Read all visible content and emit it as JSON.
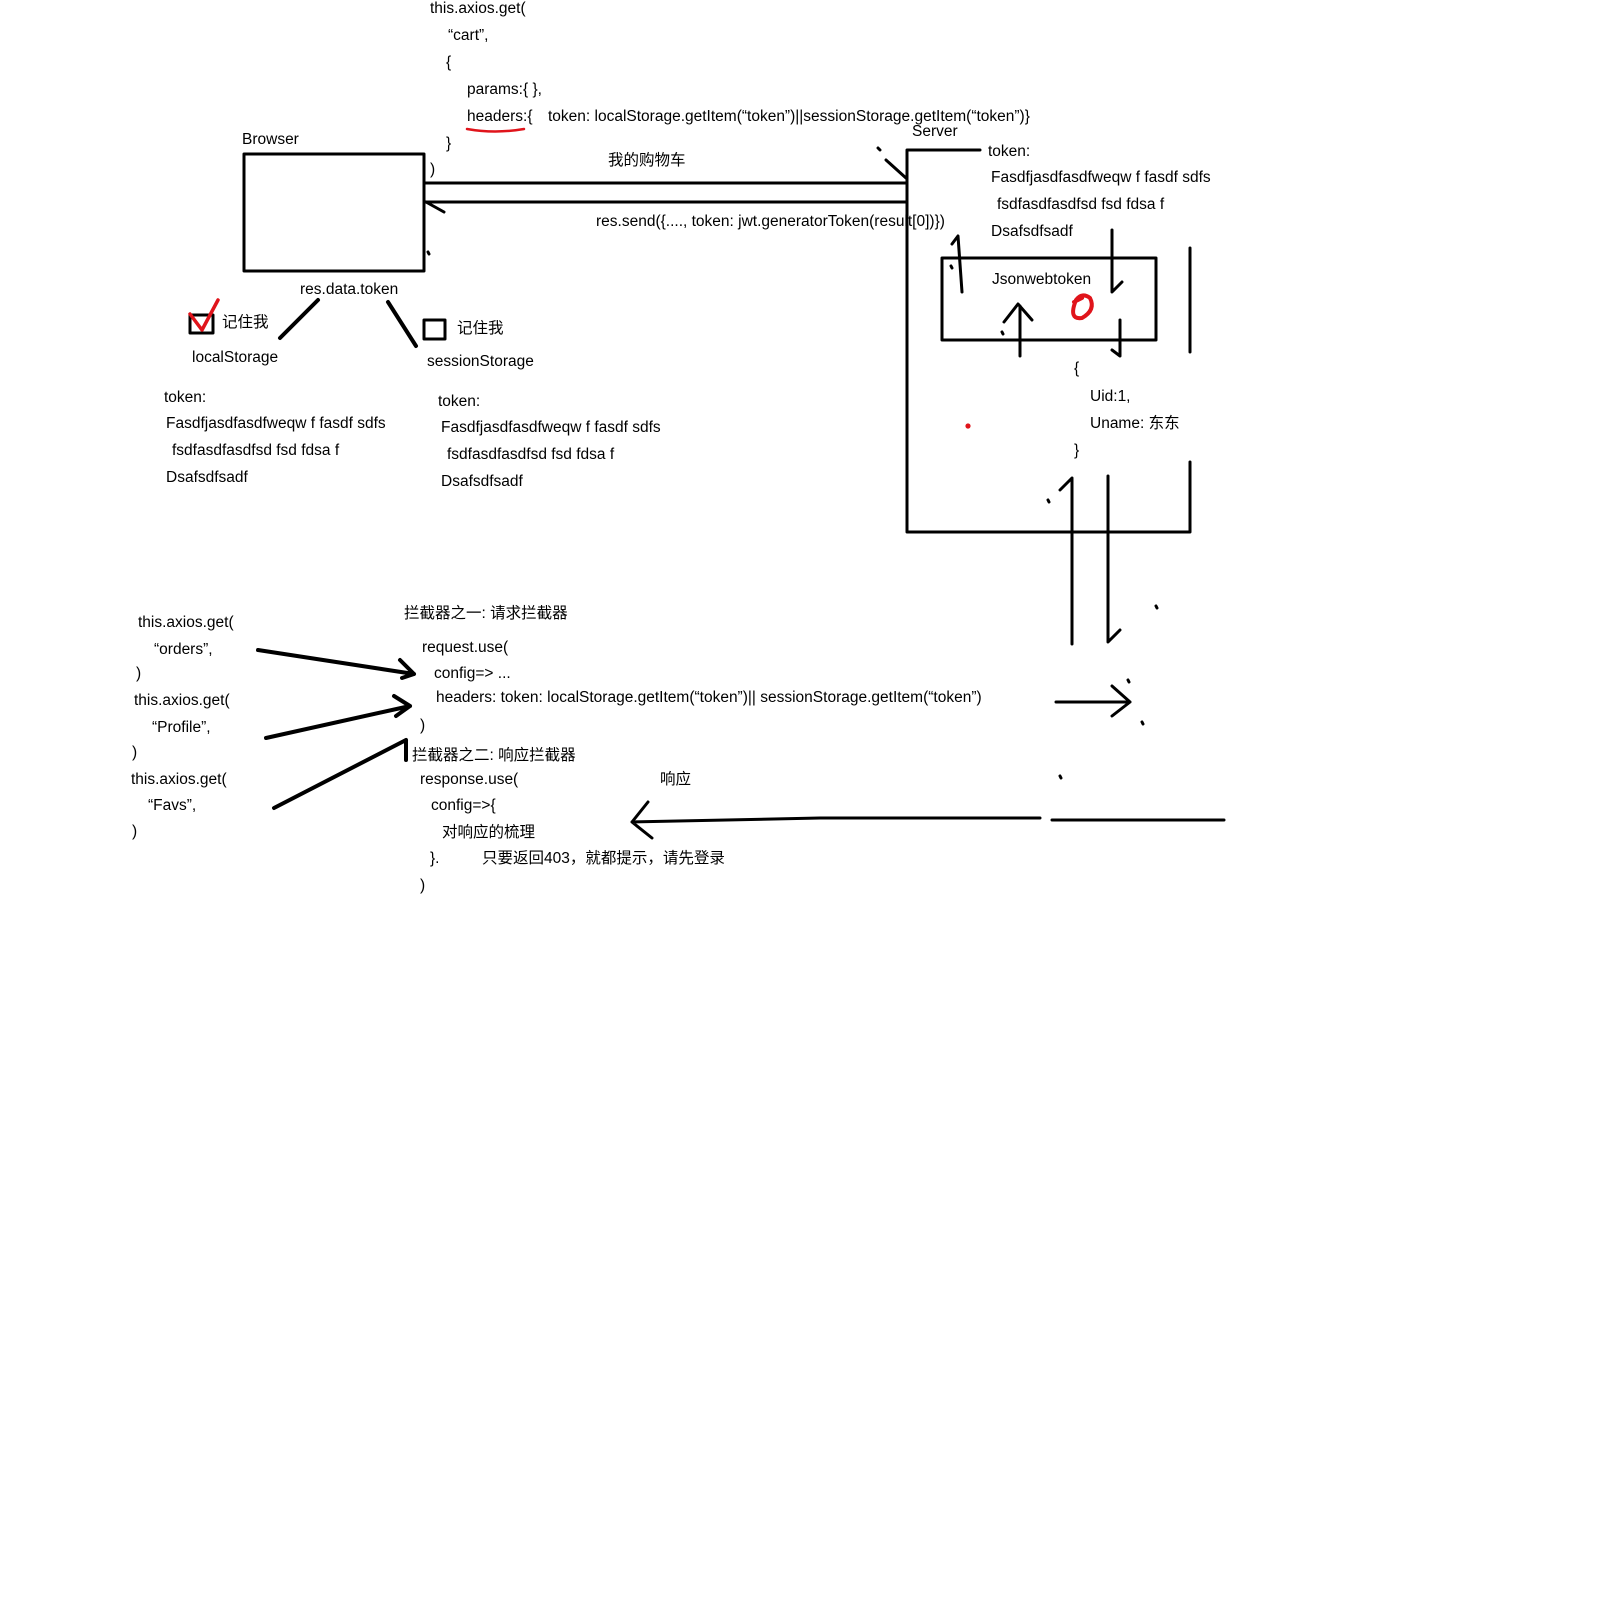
{
  "top_request": {
    "line1": "this.axios.get(",
    "line2": "“cart”,",
    "line3": "{",
    "line4": "params:{ },",
    "line5_key": "headers:{",
    "line5_value": "token: localStorage.getItem(“token”)||sessionStorage.getItem(“token”)}",
    "line6": "}",
    "line7": ")"
  },
  "browser": {
    "label": "Browser",
    "token_label": "res.data.token"
  },
  "server": {
    "label": "Server",
    "token_lines": [
      "token:",
      "Fasdfjasdfasdfweqw f fasdf sdfs",
      "fsdfasdfasdfsd fsd fdsa f",
      "Dsafsdfsadf"
    ],
    "jwt_label": "Jsonwebtoken",
    "payload_lines": [
      "{",
      "Uid:1,",
      "Uname: 东东",
      "}"
    ]
  },
  "arrows": {
    "request_label": "我的购物车",
    "response_label": "res.send({...., token: jwt.generatorToken(result[0])})"
  },
  "local_storage": {
    "checkbox_label": "记住我",
    "name": "localStorage",
    "checked": true,
    "token_lines": [
      "token:",
      "Fasdfjasdfasdfweqw f fasdf sdfs",
      "fsdfasdfasdfsd fsd fdsa f",
      "Dsafsdfsadf"
    ]
  },
  "session_storage": {
    "checkbox_label": "记住我",
    "name": "sessionStorage",
    "checked": false,
    "token_lines": [
      "token:",
      "Fasdfjasdfasdfweqw f fasdf sdfs",
      "fsdfasdfasdfsd fsd fdsa f",
      "Dsafsdfsadf"
    ]
  },
  "requests": [
    {
      "line1": "this.axios.get(",
      "line2": "“orders”,",
      "line3": ")"
    },
    {
      "line1": "this.axios.get(",
      "line2": "“Profile”,",
      "line3": ")"
    },
    {
      "line1": "this.axios.get(",
      "line2": "“Favs”,",
      "line3": ")"
    }
  ],
  "request_interceptor": {
    "title": "拦截器之一: 请求拦截器",
    "line1": "request.use(",
    "line2": "config=> ...",
    "line3": "headers: token: localStorage.getItem(“token”)|| sessionStorage.getItem(“token”)",
    "line4": ")"
  },
  "response_interceptor": {
    "title": "拦截器之二: 响应拦截器",
    "line1": "response.use(",
    "line2": "config=>{",
    "line3": "对响应的梳理",
    "line4": "}.",
    "note": "只要返回403，就都提示，请先登录",
    "line5": ")",
    "arrow_label": "响应"
  },
  "colors": {
    "ink": "#000000",
    "highlight": "#e0141b"
  }
}
